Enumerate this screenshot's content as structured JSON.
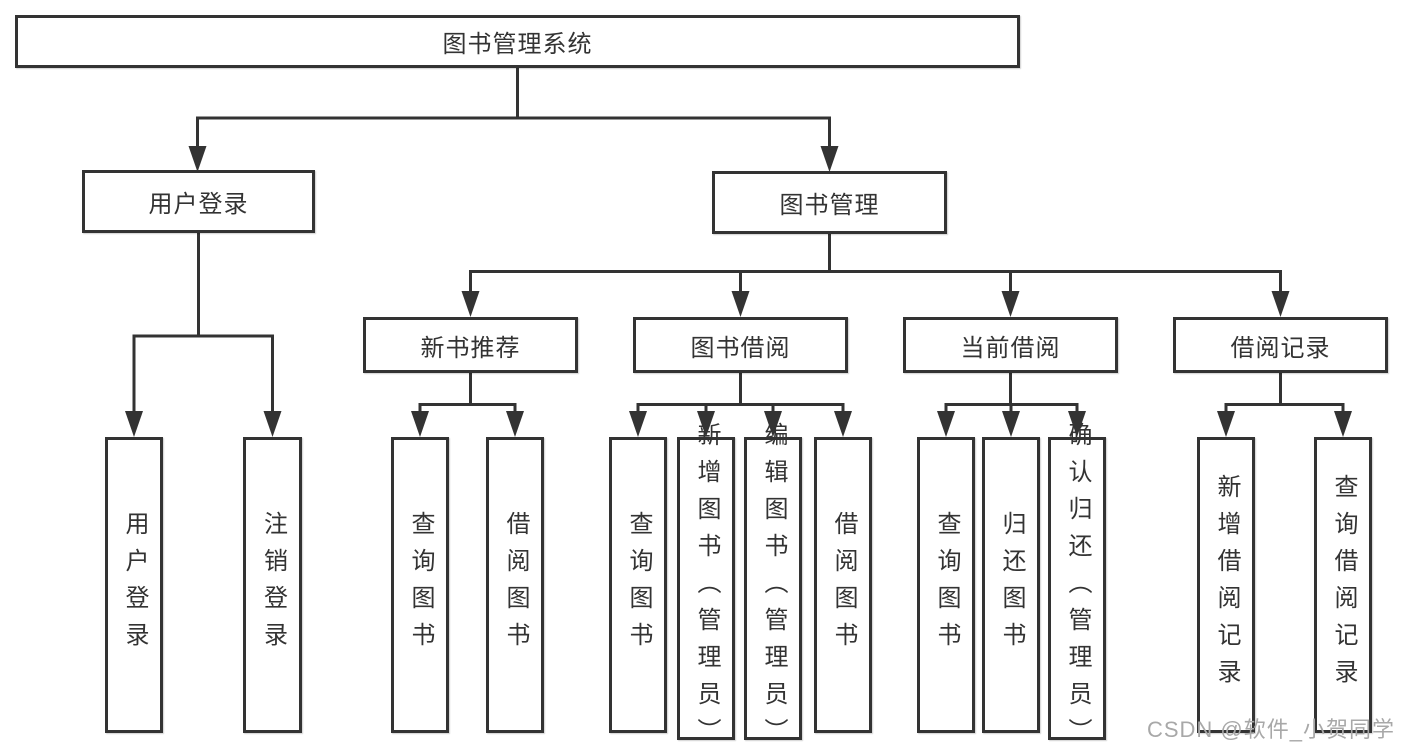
{
  "diagram": {
    "title": "图书管理系统",
    "watermark": "CSDN @软件_小贺同学",
    "colors": {
      "line": "#333333",
      "box_border": "#333333",
      "text": "#333333",
      "watermark": "#a8a8a8",
      "background": "#ffffff"
    },
    "tree": {
      "root": {
        "label": "图书管理系统",
        "children": [
          {
            "label": "用户登录",
            "children": [
              {
                "label": "用户登录"
              },
              {
                "label": "注销登录"
              }
            ]
          },
          {
            "label": "图书管理",
            "children": [
              {
                "label": "新书推荐",
                "children": [
                  {
                    "label": "查询图书"
                  },
                  {
                    "label": "借阅图书"
                  }
                ]
              },
              {
                "label": "图书借阅",
                "children": [
                  {
                    "label": "查询图书"
                  },
                  {
                    "label": "新增图书（管理员）"
                  },
                  {
                    "label": "编辑图书（管理员）"
                  },
                  {
                    "label": "借阅图书"
                  }
                ]
              },
              {
                "label": "当前借阅",
                "children": [
                  {
                    "label": "查询图书"
                  },
                  {
                    "label": "归还图书"
                  },
                  {
                    "label": "确认归还（管理员）"
                  }
                ]
              },
              {
                "label": "借阅记录",
                "children": [
                  {
                    "label": "新增借阅记录"
                  },
                  {
                    "label": "查询借阅记录"
                  }
                ]
              }
            ]
          }
        ]
      }
    }
  }
}
